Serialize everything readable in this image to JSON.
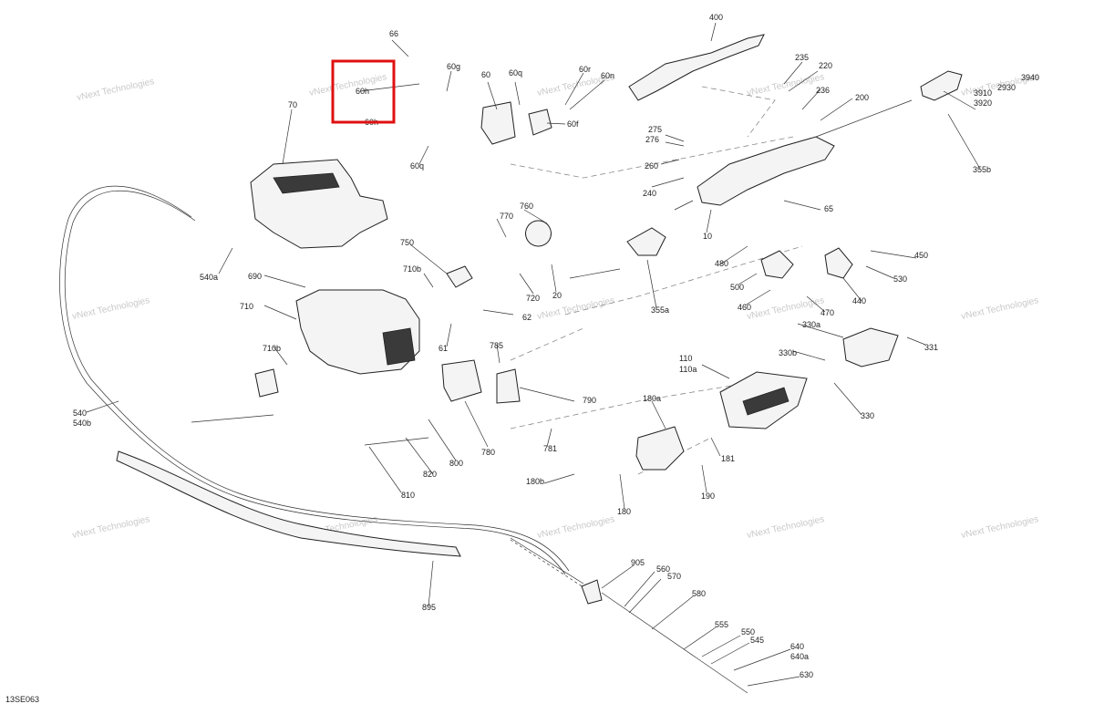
{
  "diagram": {
    "code": "13SE063",
    "highlight_label": "60h",
    "watermark": "vNext Technologies",
    "labels": [
      "66",
      "60g",
      "60",
      "60q",
      "60r",
      "60n",
      "60f",
      "60h",
      "60h",
      "60q",
      "70",
      "400",
      "235",
      "220",
      "236",
      "200",
      "3910",
      "3920",
      "2930",
      "3940",
      "355b",
      "275",
      "276",
      "260",
      "240",
      "65",
      "10",
      "770",
      "760",
      "750",
      "710b",
      "20",
      "720",
      "355a",
      "480",
      "500",
      "460",
      "470",
      "450",
      "530",
      "440",
      "690",
      "710",
      "62",
      "61",
      "710b",
      "785",
      "790",
      "110",
      "110a",
      "331",
      "330a",
      "330b",
      "330",
      "540a",
      "540",
      "540b",
      "780",
      "781",
      "820",
      "800",
      "810",
      "180a",
      "181",
      "180b",
      "190",
      "180",
      "895",
      "905",
      "560",
      "570",
      "580",
      "555",
      "550",
      "545",
      "640",
      "640a",
      "630"
    ]
  },
  "colors": {
    "highlight": "#e01010",
    "lines": "#333333",
    "watermark": "#c9c9c9"
  }
}
